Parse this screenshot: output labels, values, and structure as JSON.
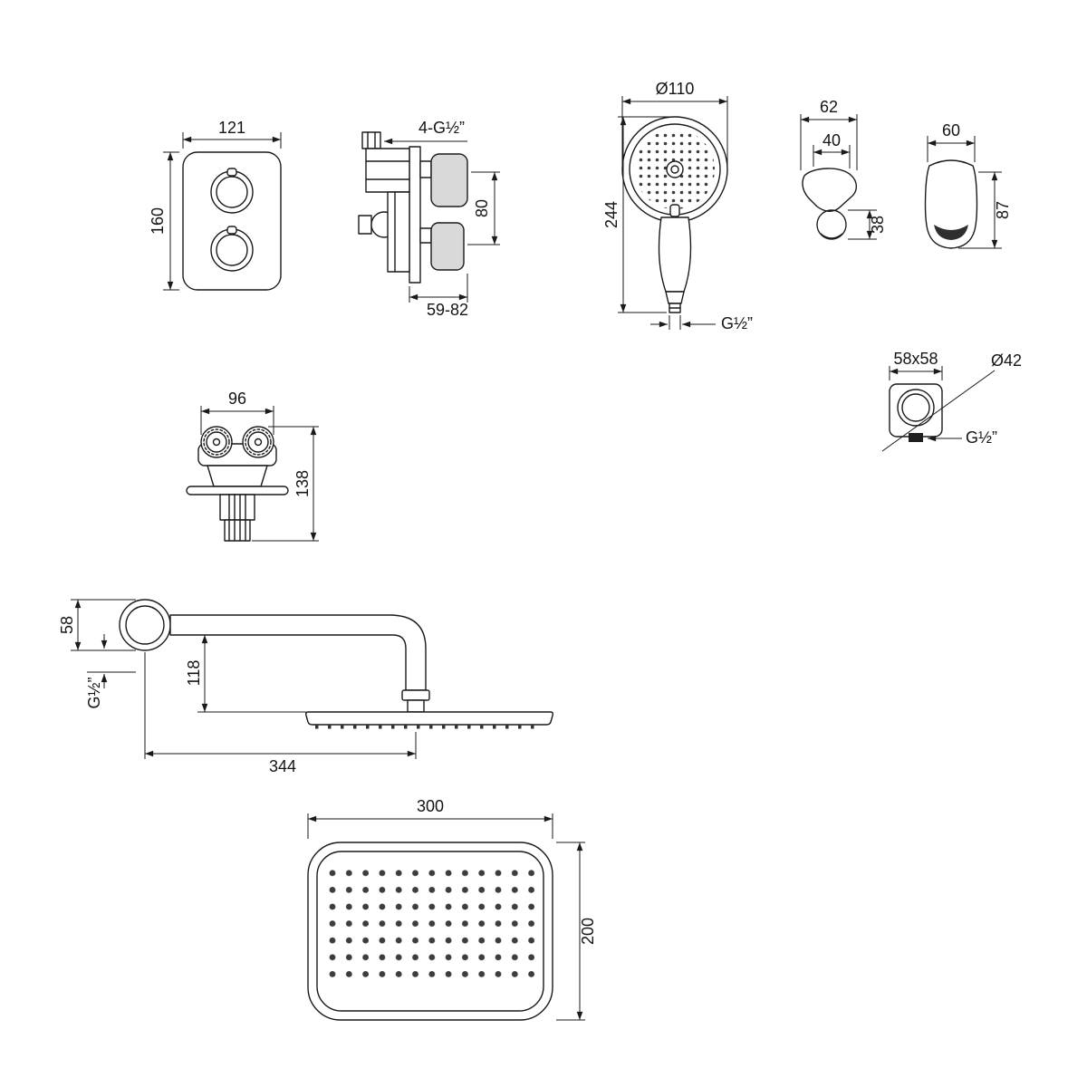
{
  "drawing": {
    "background": "#ffffff",
    "line_color": "#1a1a1a",
    "content": "shower-set-technical-dimension-drawing"
  },
  "labels": {
    "trim_width": "121",
    "trim_height": "160",
    "valve_thread": "4-G½”",
    "valve_height": "80",
    "valve_depth": "59-82",
    "handshower_diameter": "Ø110",
    "handshower_length": "244",
    "handshower_thread": "G½”",
    "bracket_depth": "62",
    "bracket_inner_depth": "40",
    "bracket_height": "38",
    "bracket_front_width": "60",
    "bracket_front_height": "87",
    "outlet_plate": "58x58",
    "outlet_diameter": "Ø42",
    "outlet_thread": "G½”",
    "valve_body_width": "96",
    "valve_body_height": "138",
    "arm_flange_diameter": "58",
    "arm_thread": "G½”",
    "arm_drop_height": "118",
    "arm_reach": "344",
    "showerhead_width": "300",
    "showerhead_depth": "200"
  }
}
